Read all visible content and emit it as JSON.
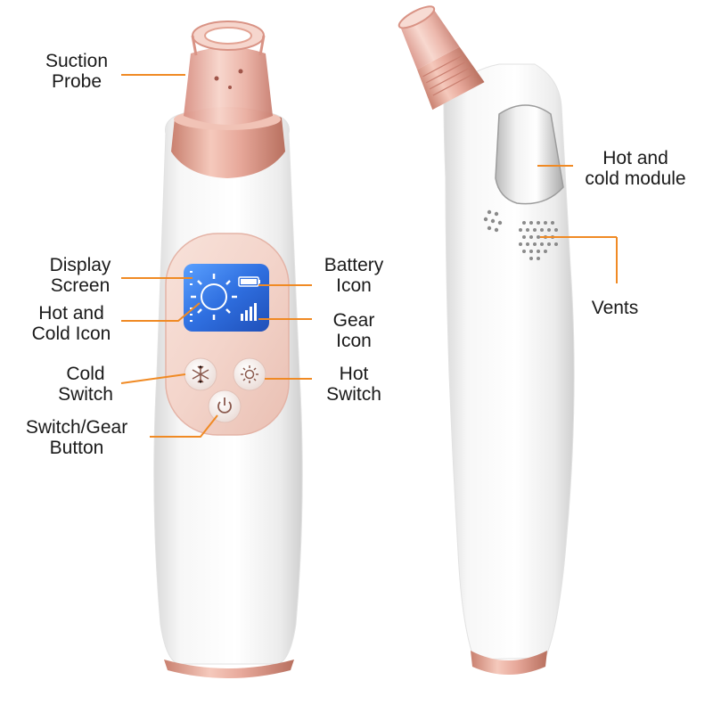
{
  "labels": {
    "suction_probe": [
      "Suction",
      "Probe"
    ],
    "display_screen": [
      "Display",
      "Screen"
    ],
    "hot_cold_icon": [
      "Hot and",
      "Cold Icon"
    ],
    "cold_switch": [
      "Cold",
      "Switch"
    ],
    "switch_gear_button": [
      "Switch/Gear",
      "Button"
    ],
    "battery_icon": [
      "Battery",
      "Icon"
    ],
    "gear_icon": [
      "Gear",
      "Icon"
    ],
    "hot_switch": [
      "Hot",
      "Switch"
    ],
    "hot_cold_module": [
      "Hot and",
      "cold module"
    ],
    "vents": [
      "Vents"
    ]
  },
  "colors": {
    "leader_line": "#f08a24",
    "rose_gold": "#e7a89a",
    "body_white": "#f4f4f4",
    "screen_blue": "#2f6fe0"
  },
  "icons": {
    "cold_button": "snowflake-icon",
    "hot_button": "sun-icon",
    "power_button": "power-icon"
  },
  "screen": {
    "gear_level_bars": 4,
    "battery_level": 1.0
  }
}
